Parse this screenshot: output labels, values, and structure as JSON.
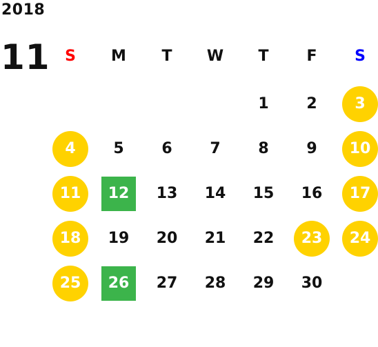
{
  "calendar": {
    "year": "2018",
    "month": "11",
    "weekdays": [
      {
        "label": "S",
        "color": "#ff0000"
      },
      {
        "label": "M",
        "color": "#111111"
      },
      {
        "label": "T",
        "color": "#111111"
      },
      {
        "label": "W",
        "color": "#111111"
      },
      {
        "label": "T",
        "color": "#111111"
      },
      {
        "label": "F",
        "color": "#111111"
      },
      {
        "label": "S",
        "color": "#0000ff"
      }
    ],
    "colors": {
      "weekend_badge": "#ffd200",
      "holiday_badge": "#3cb44b",
      "default_text": "#111111"
    },
    "days": [
      {
        "num": "1",
        "dow": 4,
        "week": 0,
        "type": "normal"
      },
      {
        "num": "2",
        "dow": 5,
        "week": 0,
        "type": "normal"
      },
      {
        "num": "3",
        "dow": 6,
        "week": 0,
        "type": "weekend"
      },
      {
        "num": "4",
        "dow": 0,
        "week": 1,
        "type": "weekend"
      },
      {
        "num": "5",
        "dow": 1,
        "week": 1,
        "type": "normal"
      },
      {
        "num": "6",
        "dow": 2,
        "week": 1,
        "type": "normal"
      },
      {
        "num": "7",
        "dow": 3,
        "week": 1,
        "type": "normal"
      },
      {
        "num": "8",
        "dow": 4,
        "week": 1,
        "type": "normal"
      },
      {
        "num": "9",
        "dow": 5,
        "week": 1,
        "type": "normal"
      },
      {
        "num": "10",
        "dow": 6,
        "week": 1,
        "type": "weekend"
      },
      {
        "num": "11",
        "dow": 0,
        "week": 2,
        "type": "weekend"
      },
      {
        "num": "12",
        "dow": 1,
        "week": 2,
        "type": "holiday"
      },
      {
        "num": "13",
        "dow": 2,
        "week": 2,
        "type": "normal"
      },
      {
        "num": "14",
        "dow": 3,
        "week": 2,
        "type": "normal"
      },
      {
        "num": "15",
        "dow": 4,
        "week": 2,
        "type": "normal"
      },
      {
        "num": "16",
        "dow": 5,
        "week": 2,
        "type": "normal"
      },
      {
        "num": "17",
        "dow": 6,
        "week": 2,
        "type": "weekend"
      },
      {
        "num": "18",
        "dow": 0,
        "week": 3,
        "type": "weekend"
      },
      {
        "num": "19",
        "dow": 1,
        "week": 3,
        "type": "normal"
      },
      {
        "num": "20",
        "dow": 2,
        "week": 3,
        "type": "normal"
      },
      {
        "num": "21",
        "dow": 3,
        "week": 3,
        "type": "normal"
      },
      {
        "num": "22",
        "dow": 4,
        "week": 3,
        "type": "normal"
      },
      {
        "num": "23",
        "dow": 5,
        "week": 3,
        "type": "weekend"
      },
      {
        "num": "24",
        "dow": 6,
        "week": 3,
        "type": "weekend"
      },
      {
        "num": "25",
        "dow": 0,
        "week": 4,
        "type": "weekend"
      },
      {
        "num": "26",
        "dow": 1,
        "week": 4,
        "type": "holiday"
      },
      {
        "num": "27",
        "dow": 2,
        "week": 4,
        "type": "normal"
      },
      {
        "num": "28",
        "dow": 3,
        "week": 4,
        "type": "normal"
      },
      {
        "num": "29",
        "dow": 4,
        "week": 4,
        "type": "normal"
      },
      {
        "num": "30",
        "dow": 5,
        "week": 4,
        "type": "normal"
      }
    ]
  }
}
